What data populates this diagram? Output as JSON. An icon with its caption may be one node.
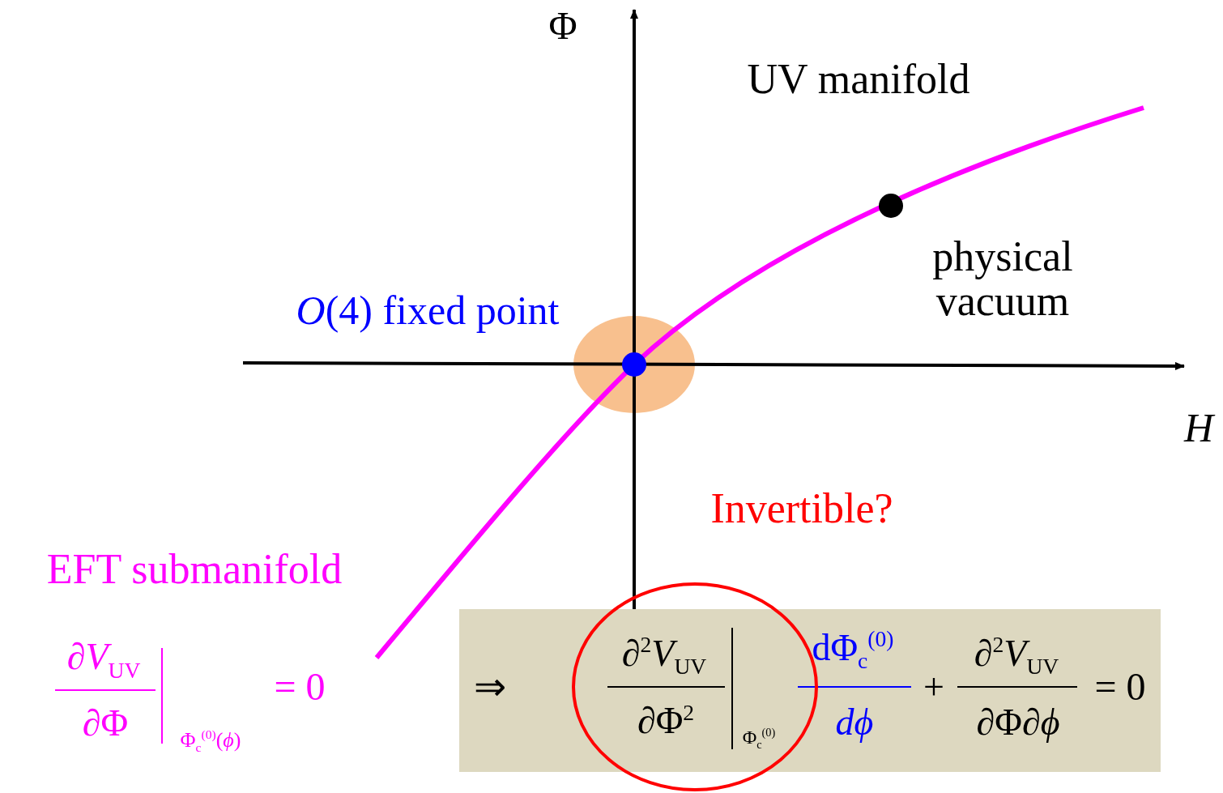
{
  "diagram": {
    "labels": [
      "Φ",
      "UV manifold",
      "physical vacuum",
      "*O*(4) fixed point",
      "*H*",
      "Invertible?",
      "EFT submanifold",
      "∂*V*$_{UV}$",
      "∂Φ",
      "Φ$_{c}$$^{(0)}$(*ϕ*)",
      "= 0",
      "⇒",
      "∂$^{2}$*V*$_{UV}$",
      "∂Φ$^{2}$",
      "Φ$_{c}$$^{(0)}$",
      "dΦ$_{c}$$^{(0)}$",
      "*dϕ*",
      "+",
      "∂$^{2}$*V*$_{UV}$",
      "∂Φ∂*ϕ*",
      "= 0"
    ]
  }
}
